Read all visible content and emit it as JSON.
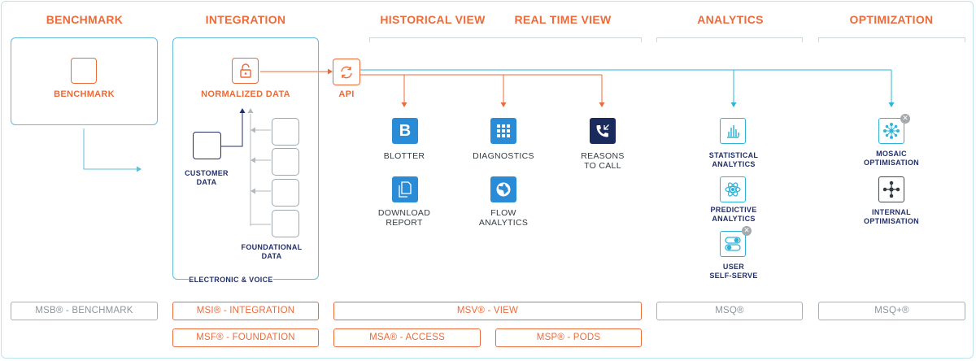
{
  "colors": {
    "accent_orange": "#ec6b3a",
    "accent_cyan": "#2fb4d8",
    "tile_blue": "#2a8cd6",
    "tile_navy": "#1b2a5c",
    "muted_grey": "#9ea7ad"
  },
  "headers": {
    "benchmark": "BENCHMARK",
    "integration": "INTEGRATION",
    "historical_view": "HISTORICAL VIEW",
    "real_time_view": "REAL TIME VIEW",
    "analytics": "ANALYTICS",
    "optimization": "OPTIMIZATION"
  },
  "benchmark_panel": {
    "label": "BENCHMARK",
    "icon": "square-icon"
  },
  "integration_panel": {
    "normalized_label": "NORMALIZED DATA",
    "normalized_icon": "unlock-icon",
    "customer_label": "CUSTOMER\nDATA",
    "foundational_label": "FOUNDATIONAL\nDATA",
    "footer_label": "ELECTRONIC & VOICE"
  },
  "api": {
    "label": "API",
    "icon": "sync-icon"
  },
  "tools": {
    "blotter": {
      "label": "BLOTTER",
      "icon": "letter-b-icon"
    },
    "diagnostics": {
      "label": "DIAGNOSTICS",
      "icon": "grid-icon"
    },
    "reasons_to_call": {
      "label": "REASONS\nTO CALL",
      "icon": "phone-callback-icon"
    },
    "download_report": {
      "label": "DOWNLOAD\nREPORT",
      "icon": "document-copy-icon"
    },
    "flow_analytics": {
      "label": "FLOW\nANALYTICS",
      "icon": "globe-icon"
    }
  },
  "analytics": {
    "statistical": {
      "label": "STATISTICAL\nANALYTICS",
      "icon": "bar-chart-icon"
    },
    "predictive": {
      "label": "PREDICTIVE\nANALYTICS",
      "icon": "atom-icon"
    },
    "self_serve": {
      "label": "USER\nSELF-SERVE",
      "icon": "toggle-icon"
    }
  },
  "optimization": {
    "mosaic": {
      "label": "MOSAIC\nOPTIMISATION",
      "icon": "network-icon"
    },
    "internal": {
      "label": "INTERNAL\nOPTIMISATION",
      "icon": "nodes-icon"
    }
  },
  "products": {
    "msb": "MSB® - BENCHMARK",
    "msi": "MSI® - INTEGRATION",
    "msf": "MSF® - FOUNDATION",
    "msv": "MSV® - VIEW",
    "msa": "MSA® - ACCESS",
    "msp": "MSP® - PODS",
    "msq": "MSQ®",
    "msq_plus": "MSQ+®"
  }
}
